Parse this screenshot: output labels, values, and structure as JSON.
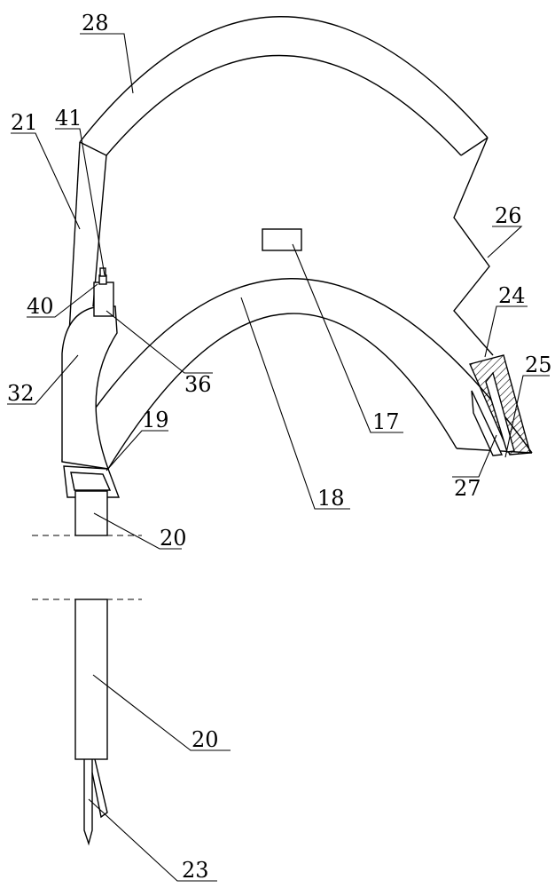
{
  "labels": {
    "l28": "28",
    "l41": "41",
    "l21": "21",
    "l26": "26",
    "l40": "40",
    "l24": "24",
    "l25": "25",
    "l36": "36",
    "l32": "32",
    "l17": "17",
    "l19": "19",
    "l27": "27",
    "l18": "18",
    "l20a": "20",
    "l20b": "20",
    "l23": "23"
  }
}
